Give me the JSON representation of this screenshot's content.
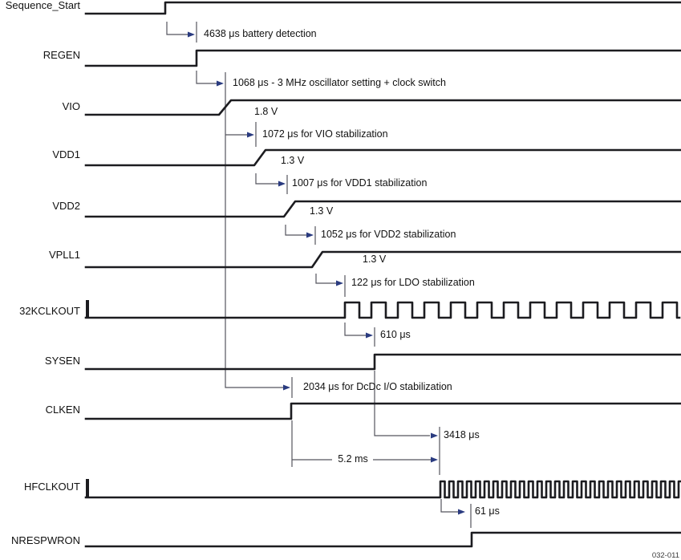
{
  "figure_label": "032-011",
  "signals": [
    {
      "name": "Sequence_Start"
    },
    {
      "name": "REGEN"
    },
    {
      "name": "VIO",
      "level": "1.8 V"
    },
    {
      "name": "VDD1",
      "level": "1.3 V"
    },
    {
      "name": "VDD2",
      "level": "1.3 V"
    },
    {
      "name": "VPLL1",
      "level": "1.3 V"
    },
    {
      "name": "32KCLKOUT"
    },
    {
      "name": "SYSEN"
    },
    {
      "name": "CLKEN"
    },
    {
      "name": "HFCLKOUT"
    },
    {
      "name": "NRESPWRON"
    }
  ],
  "annotations": [
    {
      "id": "battery-detection",
      "text": "4638 μs battery detection"
    },
    {
      "id": "oscillator-setting",
      "text": "1068 μs - 3 MHz oscillator setting + clock switch"
    },
    {
      "id": "vio-stabilization",
      "text": "1072 μs for VIO stabilization"
    },
    {
      "id": "vdd1-stabilization",
      "text": "1007 μs for VDD1 stabilization"
    },
    {
      "id": "vdd2-stabilization",
      "text": "1052 μs for VDD2 stabilization"
    },
    {
      "id": "ldo-stabilization",
      "text": "122 μs for LDO stabilization"
    },
    {
      "id": "clk32k-delay",
      "text": "610 μs"
    },
    {
      "id": "dcdc-io-stabilization",
      "text": "2034 μs for DcDc I/O stabilization"
    },
    {
      "id": "sysen-to-hfclk",
      "text": "3418 μs"
    },
    {
      "id": "clken-to-hfclk",
      "text": "5.2 ms"
    },
    {
      "id": "hfclk-to-nrespwron",
      "text": "61 μs"
    }
  ],
  "colors": {
    "waveform": "#1c1c20",
    "measure_line": "#55555e",
    "arrowhead": "#2a3b80",
    "text": "#111111"
  }
}
